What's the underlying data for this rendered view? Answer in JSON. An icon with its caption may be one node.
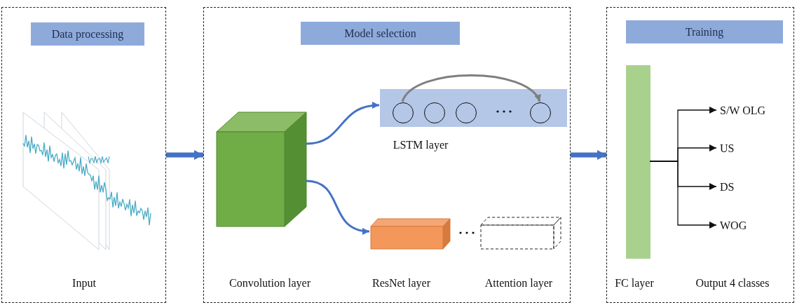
{
  "diagram": {
    "nodes": [
      {
        "text": [
          "Data processing"
        ]
      },
      {
        "text": [],
        "shape": "picture",
        "in": 0,
        "beside": [
          "Input"
        ]
      },
      {
        "text": [
          "Model selection"
        ]
      },
      {
        "text": [],
        "shape": "box",
        "in": 2
      },
      {
        "text": [],
        "shape": "bar",
        "in": 2,
        "beside": [
          "LSTM layer"
        ]
      },
      {
        "text": [],
        "shape": "circle",
        "in": 4
      },
      {
        "text": [],
        "shape": "circle",
        "in": 4
      },
      {
        "text": [],
        "shape": "circle",
        "in": 4
      },
      {
        "text": [],
        "shape": "circle",
        "in": 4
      },
      {
        "text": [],
        "shape": "box",
        "in": 2,
        "beside": [
          "ResNet layer"
        ]
      },
      {
        "text": [],
        "shape": "box",
        "in": 2,
        "beside": [
          "Attention layer"
        ]
      },
      {
        "text": [
          "Training"
        ]
      },
      {
        "text": [],
        "shape": "bar",
        "in": 11,
        "beside": [
          "FC layer"
        ]
      },
      {
        "text": [
          "S/W OLG"
        ],
        "in": 11
      },
      {
        "text": [
          "US"
        ],
        "in": 11
      },
      {
        "text": [
          "DS"
        ],
        "in": 11
      },
      {
        "text": [
          "WOG"
        ],
        "in": 11
      }
    ],
    "edges": [
      {
        "from": 0,
        "to": 2,
        "arrow": "to",
        "style": "thick",
        "color": "#4472c4"
      },
      {
        "from": 2,
        "to": 11,
        "arrow": "to",
        "style": "thick",
        "color": "#4472c4"
      },
      {
        "from": 3,
        "to": 4,
        "arrow": "to",
        "color": "#4472c4"
      },
      {
        "from": 3,
        "to": 9,
        "arrow": "to",
        "color": "#4472c4"
      },
      {
        "from": 5,
        "to": 8,
        "arrow": "to",
        "color": "#7f7f7f"
      },
      {
        "from": 12,
        "to": 13,
        "arrow": "to",
        "color": "#111111"
      },
      {
        "from": 12,
        "to": 14,
        "arrow": "to",
        "color": "#111111"
      },
      {
        "from": 12,
        "to": 15,
        "arrow": "to",
        "color": "#111111"
      },
      {
        "from": 12,
        "to": 16,
        "arrow": "to",
        "color": "#111111"
      }
    ],
    "labels": [
      "Convolution layer",
      "Output 4 classes"
    ]
  }
}
